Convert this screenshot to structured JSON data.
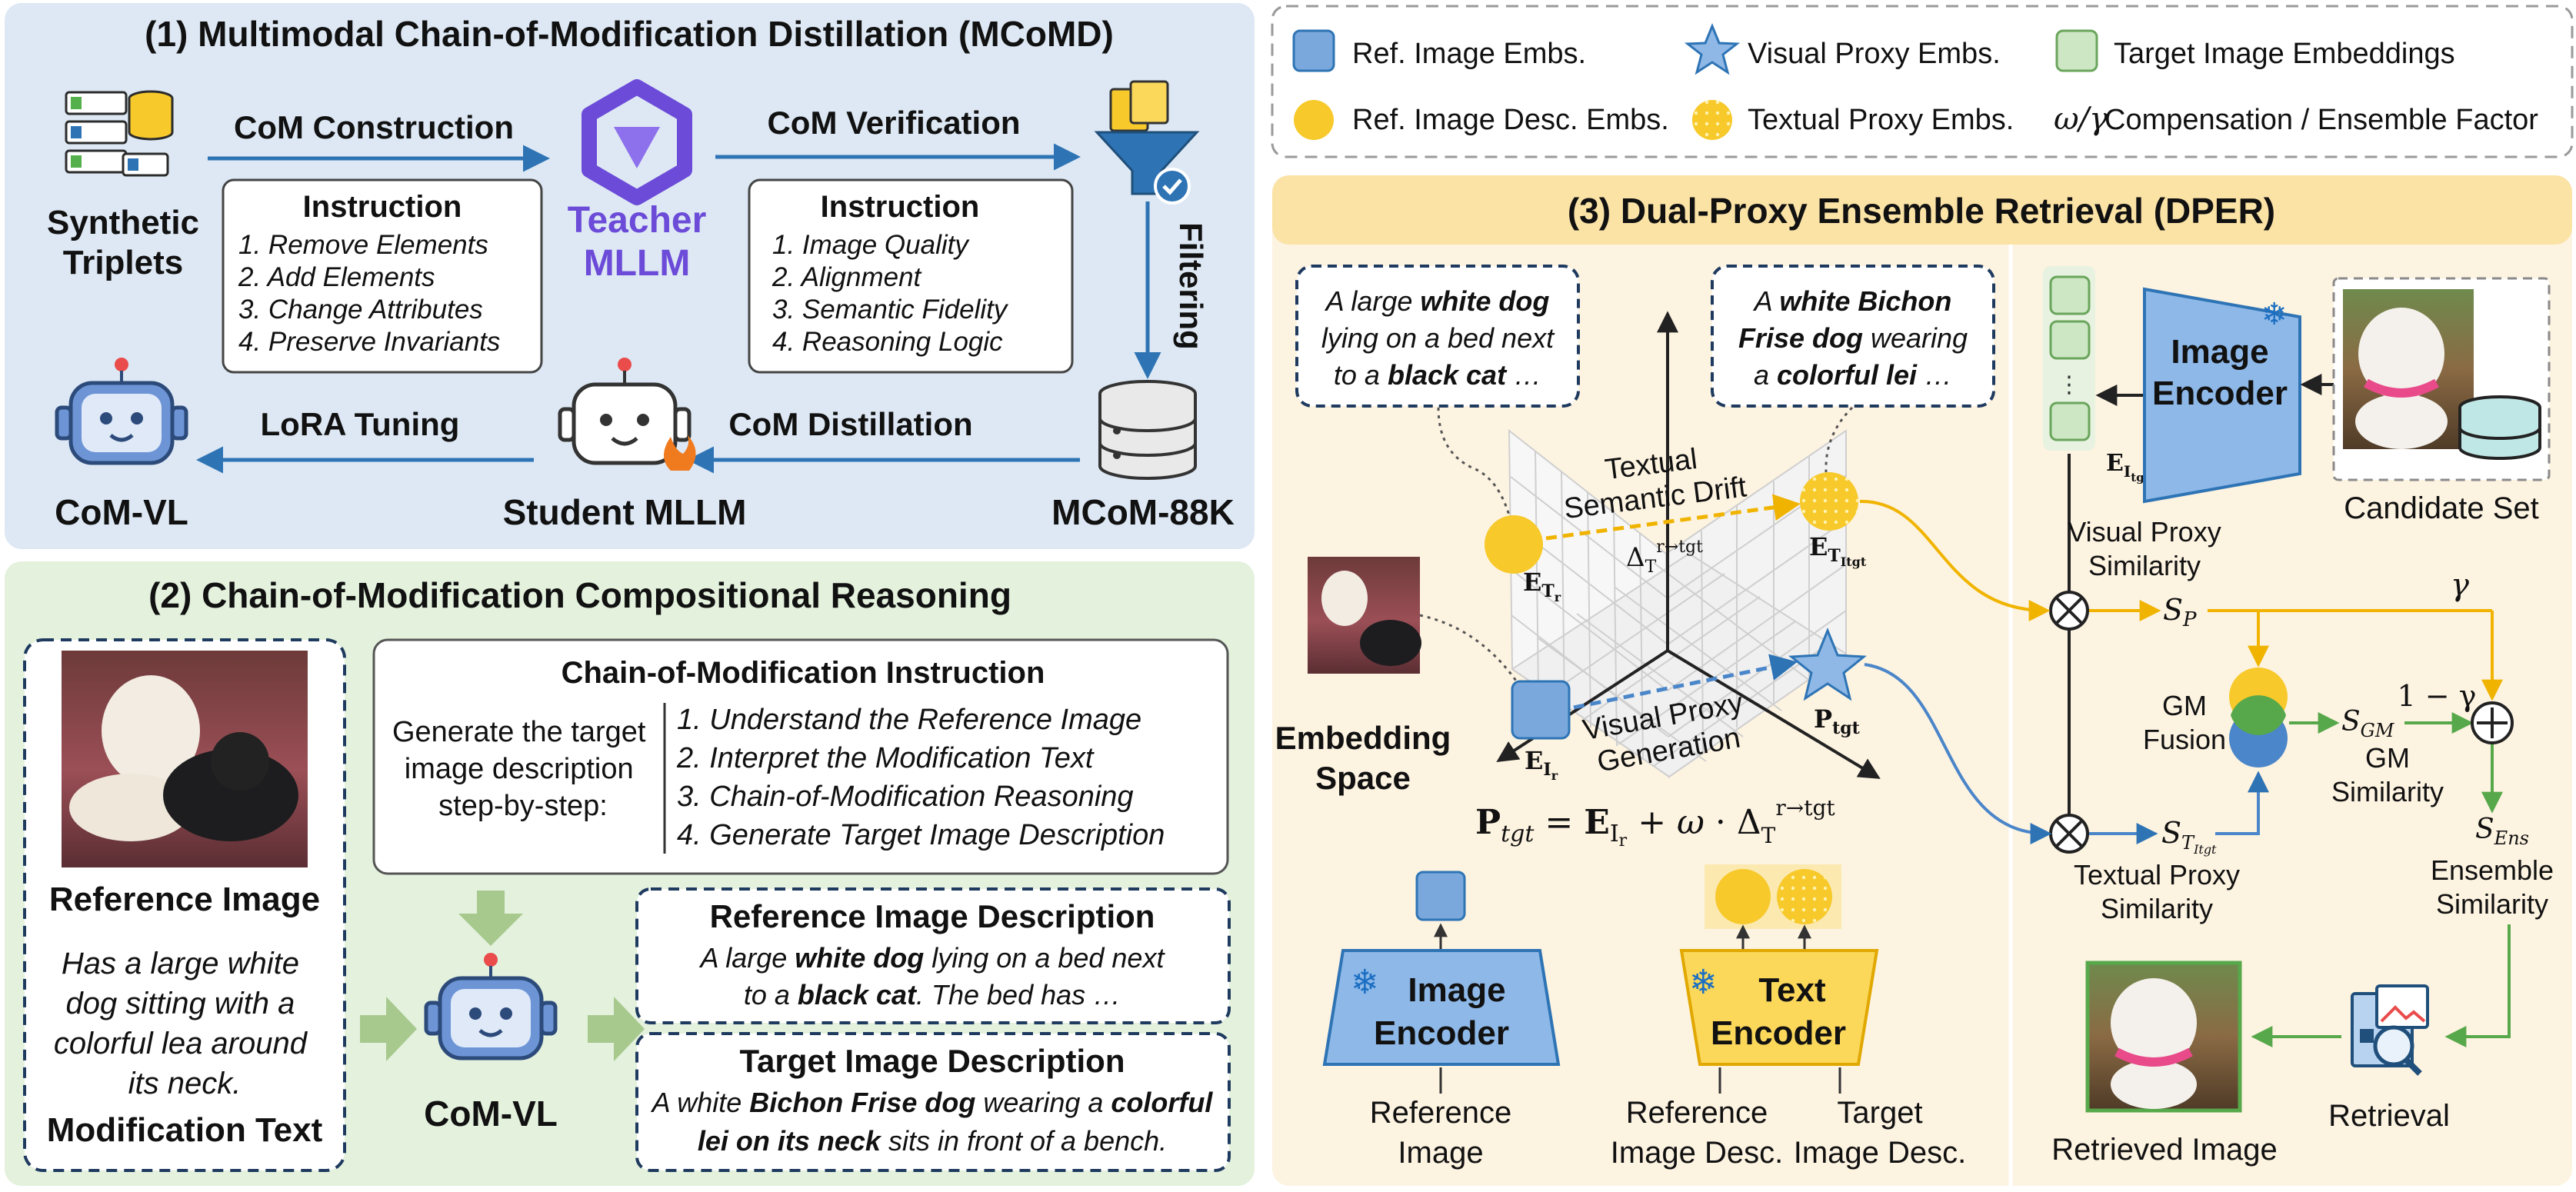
{
  "mcomd": {
    "title": "(1) Multimodal Chain-of-Modification Distillation (MCoMD)",
    "synthetic_triplets": [
      "Synthetic",
      "Triplets"
    ],
    "com_construction": "CoM Construction",
    "teacher": [
      "Teacher",
      "MLLM"
    ],
    "com_verification": "CoM Verification",
    "filtering": "Filtering",
    "instr_a": {
      "title": "Instruction",
      "items": [
        "1. Remove Elements",
        "2. Add Elements",
        "3. Change Attributes",
        "4. Preserve Invariants"
      ]
    },
    "instr_b": {
      "title": "Instruction",
      "items": [
        "1. Image Quality",
        "2. Alignment",
        "3. Semantic Fidelity",
        "4. Reasoning Logic"
      ]
    },
    "lora_tuning": "LoRA Tuning",
    "com_distillation": "CoM Distillation",
    "comvl": "CoM-VL",
    "student": "Student MLLM",
    "dataset": "MCoM-88K"
  },
  "comcr": {
    "title": "(2) Chain-of-Modification Compositional Reasoning",
    "ref_image_label": "Reference Image",
    "mod_text": [
      "Has a large white",
      "dog sitting with a",
      "colorful lea around",
      "its neck."
    ],
    "mod_text_label": "Modification Text",
    "instr_title": "Chain-of-Modification  Instruction",
    "instr_lead": [
      "Generate the target",
      "image description",
      "step-by-step:"
    ],
    "instr_steps": [
      "1. Understand the Reference Image",
      "2. Interpret the Modification Text",
      "3. Chain-of-Modification Reasoning",
      "4. Generate Target Image Description"
    ],
    "comvl": "CoM-VL",
    "ref_desc_title": "Reference Image Description",
    "ref_desc": {
      "p1": "A large ",
      "b1": "white dog",
      "p2": " lying on a bed next",
      "p3": "to a ",
      "b2": "black cat",
      "p4": ". The bed has …"
    },
    "tgt_desc_title": "Target Image Description",
    "tgt_desc": {
      "p1": "A white ",
      "b1": "Bichon Frise dog",
      "p2": " wearing a ",
      "b2": "colorful",
      "b3": "lei on its neck",
      "p3": " sits in front of a bench."
    }
  },
  "legend": {
    "ref_img": "Ref. Image Embs.",
    "visual_proxy": "Visual Proxy Embs.",
    "target_img": "Target Image Embeddings",
    "ref_desc": "Ref. Image Desc. Embs.",
    "textual_proxy": "Textual Proxy Embs.",
    "factor_symbol": "ω/γ",
    "factor": "Compensation / Ensemble Factor"
  },
  "dper": {
    "title": "(3) Dual-Proxy Ensemble Retrieval (DPER)",
    "bubble_left": {
      "p1": "A large ",
      "b1": "white dog",
      "p2": "lying on a bed next",
      "p3": "to a ",
      "b2": "black cat",
      "p4": " …"
    },
    "bubble_right": {
      "p1": "A ",
      "b1": "white Bichon",
      "b2": "Frise dog",
      "p2": " wearing",
      "p3": "a ",
      "b3": "colorful lei",
      "p4": " …"
    },
    "textual_semantic_drift": [
      "Textual",
      "Semantic Drift"
    ],
    "visual_proxy_generation": [
      "Visual Proxy",
      "Generation"
    ],
    "embedding_space": [
      "Embedding",
      "Space"
    ],
    "formula": "P_tgt = E_Ir + ω · Δ_T^(r→tgt)",
    "image_encoder": [
      "Image",
      "Encoder"
    ],
    "text_encoder": [
      "Text",
      "Encoder"
    ],
    "reference_image": [
      "Reference",
      "Image"
    ],
    "reference_desc": [
      "Reference",
      "Image Desc."
    ],
    "target_desc": [
      "Target",
      "Image Desc."
    ],
    "candidate_set": "Candidate Set",
    "visual_proxy_similarity": [
      "Visual Proxy",
      "Similarity"
    ],
    "textual_proxy_similarity": [
      "Textual Proxy",
      "Similarity"
    ],
    "gm_fusion": [
      "GM",
      "Fusion"
    ],
    "gm_similarity": [
      "GM",
      "Similarity"
    ],
    "ensemble_similarity": [
      "Ensemble",
      "Similarity"
    ],
    "gamma": "γ",
    "one_minus_gamma": "1 − γ",
    "retrieval": "Retrieval",
    "retrieved_image": "Retrieved Image"
  },
  "colors": {
    "panel1_bg": "#dde8f4",
    "panel2_bg": "#e3f1dd",
    "panel3_bg": "#fdf3e1",
    "panel3_header": "#fbe3a6",
    "blue_arrow": "#2e74b5",
    "yellow": "#f7c92b",
    "green_arrow": "#57a84a",
    "teacher_purple": "#6b4bd8"
  }
}
